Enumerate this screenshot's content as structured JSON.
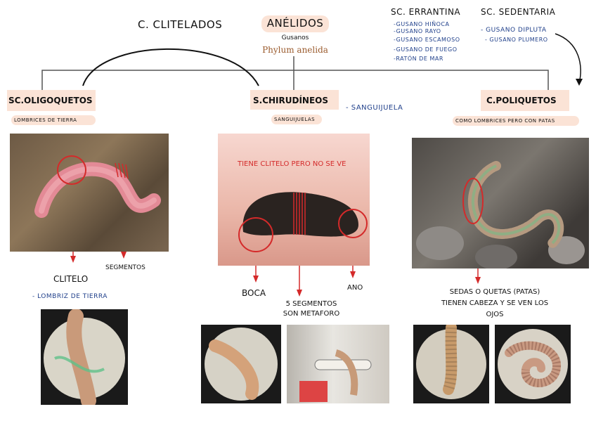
{
  "title": "ANÉLIDOS",
  "subtitle": "Gusanos",
  "phylum": "Phylum anelida",
  "clitelados": "C. CLITELADOS",
  "sc_errantina": {
    "title": "SC. ERRANTINA",
    "items": [
      "-GUSANO HIÑOCA",
      "-GUSANO RAYO",
      "-GUSANO ESCAMOSO",
      "-GUSANO DE FUEGO",
      "-RATÓN DE MAR"
    ]
  },
  "sc_sedentaria": {
    "title": "SC. SEDENTARIA",
    "items": [
      "- GUSANO DIPLUTA",
      "- GUSANO PLUMERO"
    ]
  },
  "oligoquetos": {
    "title": "SC.OLIGOQUETOS",
    "subtitle": "LOMBRICES DE TIERRA",
    "label_clitelo": "CLITELO",
    "label_segmentos": "SEGMENTOS",
    "example": "- LOMBRIZ DE TIERRA"
  },
  "hirudineos": {
    "title": "S.CHIRUDÍNEOS",
    "subtitle": "SANGUIJUELAS",
    "side_note": "- SANGUIJUELA",
    "photo_text": "TIENE CLITELO PERO NO SE VE",
    "label_boca": "BOCA",
    "label_segmentos": "5 SEGMENTOS SON METAFORO",
    "label_ano": "ANO"
  },
  "poliquetos": {
    "title": "C.POLIQUETOS",
    "subtitle": "COMO LOMBRICES PERO CON PATAS",
    "caption": "SEDAS O QUETAS (PATAS) TIENEN CABEZA Y SE VEN LOS OJOS"
  },
  "colors": {
    "peach": "#fbe3d6",
    "ink_blue": "#1f3f8a",
    "annot_red": "#d42a2a"
  }
}
